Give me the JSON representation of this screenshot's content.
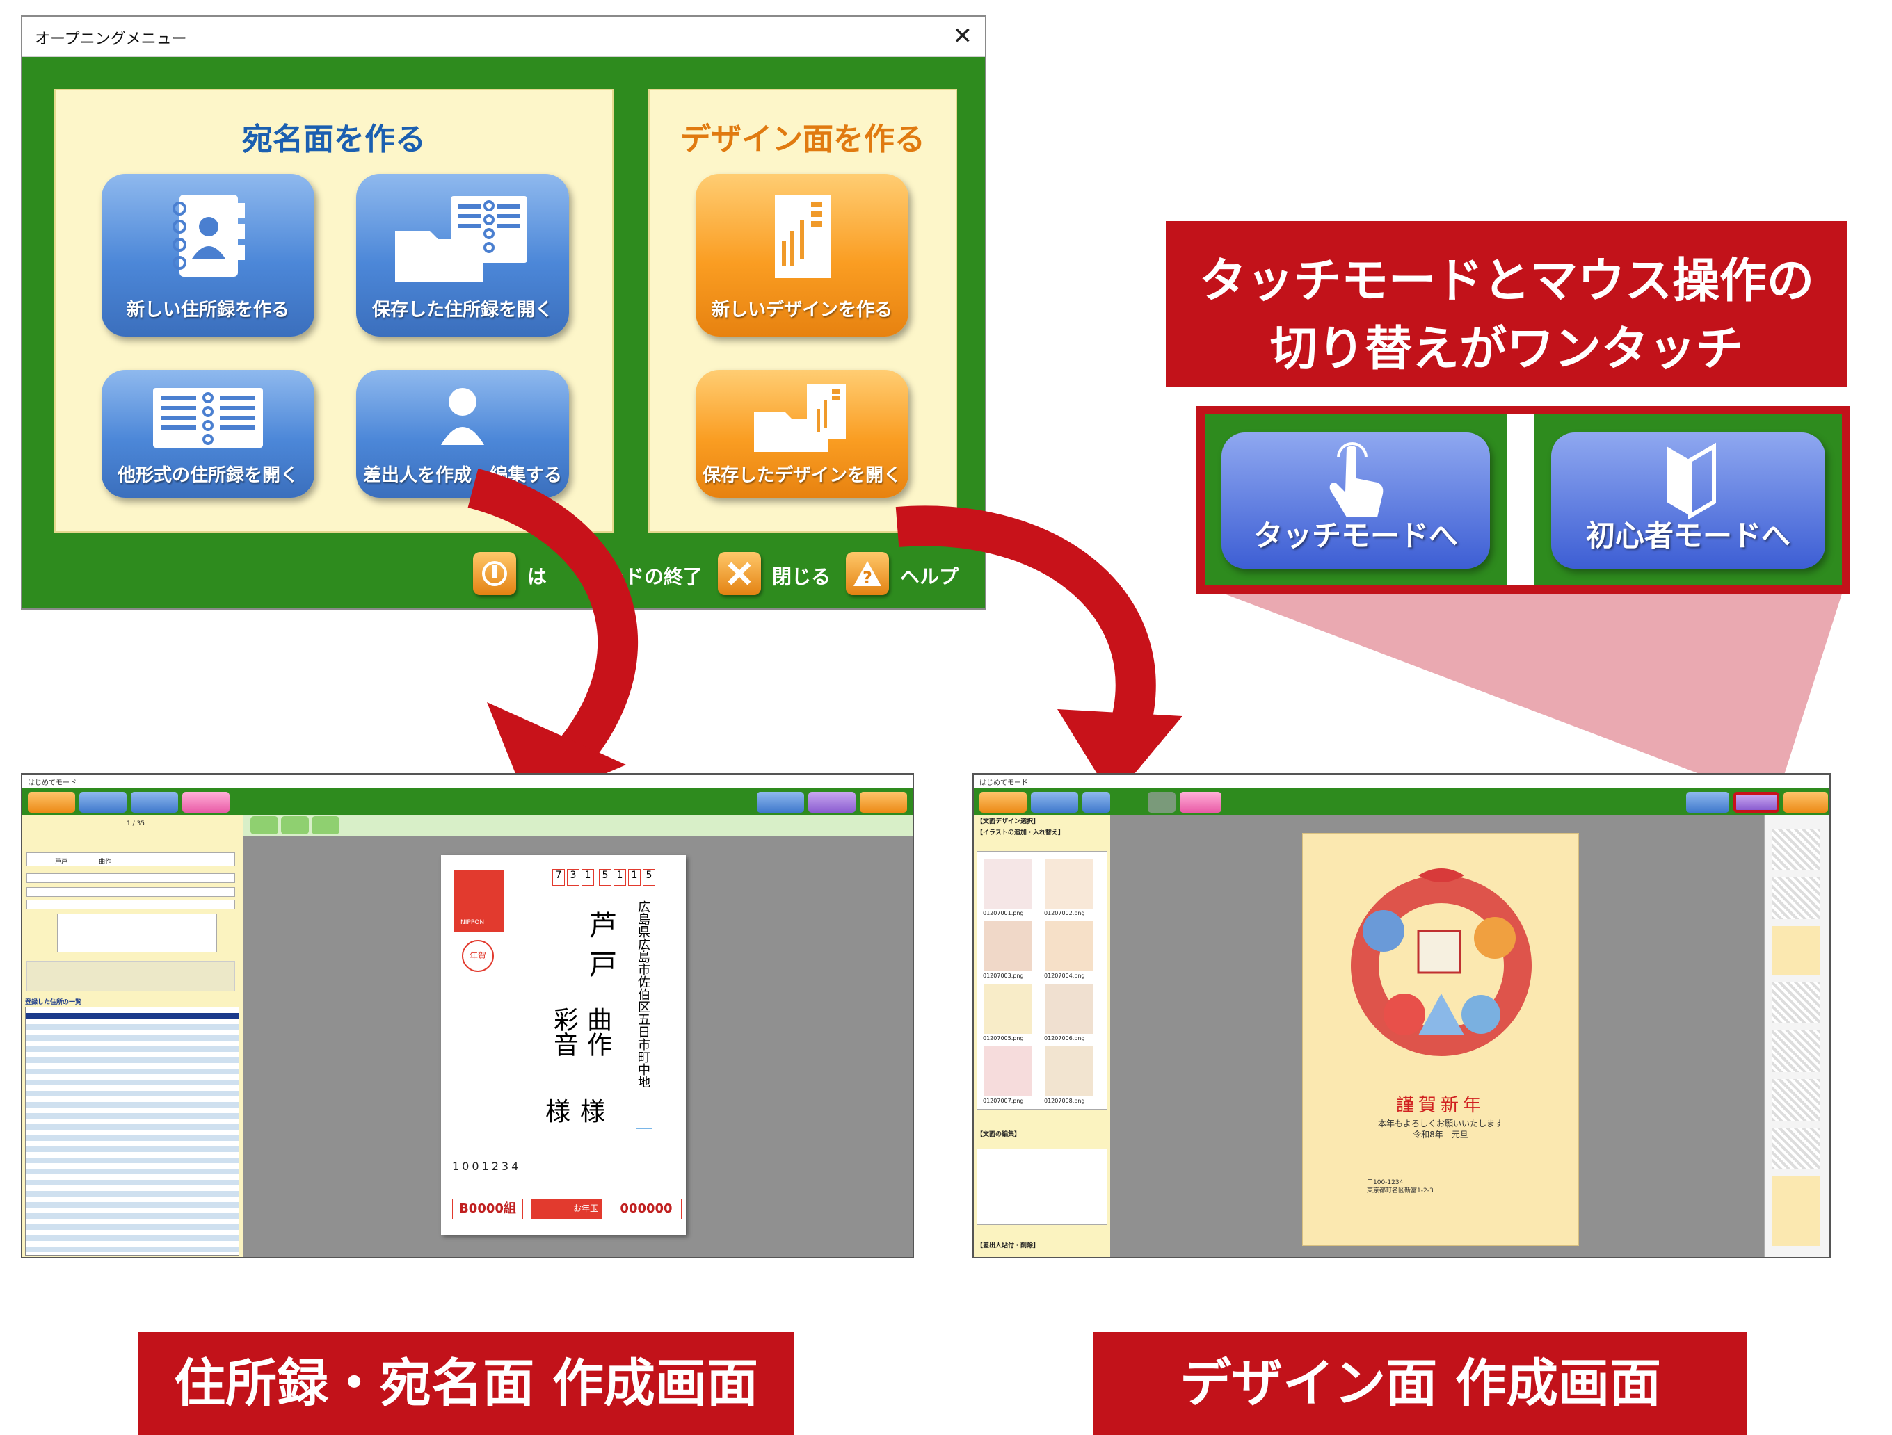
{
  "opening_menu": {
    "window_title": "オープニングメニュー",
    "close_glyph": "✕",
    "address_panel_title": "宛名面を作る",
    "design_panel_title": "デザイン面を作る",
    "buttons": {
      "new_address_book": "新しい住所録を作る",
      "open_saved_address_book": "保存した住所録を開く",
      "open_other_format": "他形式の住所録を開く",
      "sender_edit": "差出人を作成・編集する",
      "new_design": "新しいデザインを作る",
      "open_saved_design": "保存したデザインを開く"
    },
    "footer": {
      "exit_mode": "は　　モードの終了",
      "close": "閉じる",
      "help": "ヘルプ"
    }
  },
  "callout": {
    "headline_line1": "タッチモードとマウス操作の",
    "headline_line2": "切り替えがワンタッチ",
    "touch_mode_button": "タッチモードへ",
    "beginner_mode_button": "初心者モードへ"
  },
  "address_screen": {
    "title": "はじめてモード",
    "page_counter": "1 / 35",
    "name_last": "芦戸",
    "name_first": "曲作",
    "list_header": "登録した住所の一覧",
    "postcard": {
      "zip": [
        "7",
        "3",
        "1",
        "5",
        "1",
        "1",
        "5"
      ],
      "address": "広島県広島市佐伯区五日市町中地",
      "recipient_last": "芦戸",
      "recipient_given_1": "曲作",
      "recipient_given_2": "彩音",
      "honorific": "様",
      "sender_zip": "1001234",
      "lottery_left": "B0000組",
      "lottery_mid": "お年玉",
      "lottery_right": "000000",
      "stamp_label": "NIPPON",
      "nenga": "年賀"
    }
  },
  "design_screen": {
    "title": "はじめてモード",
    "panel_design_select": "【文面デザイン選択】",
    "panel_illust": "【イラストの追加・入れ替え】",
    "panel_edit": "【文面の編集】",
    "panel_sender": "【差出人貼付・削除】",
    "thumbnails": [
      "01207001.png",
      "01207002.png",
      "01207003.png",
      "01207004.png",
      "01207005.png",
      "01207006.png",
      "01207007.png",
      "01207008.png"
    ],
    "card": {
      "greeting": "謹賀新年",
      "message": "本年もよろしくお願いいたします",
      "year": "令和8年　元旦",
      "sender_zip": "〒100-1234",
      "sender_address": "東京都町名区新富1-2-3"
    }
  },
  "captions": {
    "left": "住所録・宛名面 作成画面",
    "right": "デザイン面 作成画面"
  },
  "colors": {
    "green": "#2e8b1e",
    "red": "#c2121a",
    "blue_button": "#4c87d8",
    "orange_button": "#fa9d22"
  }
}
